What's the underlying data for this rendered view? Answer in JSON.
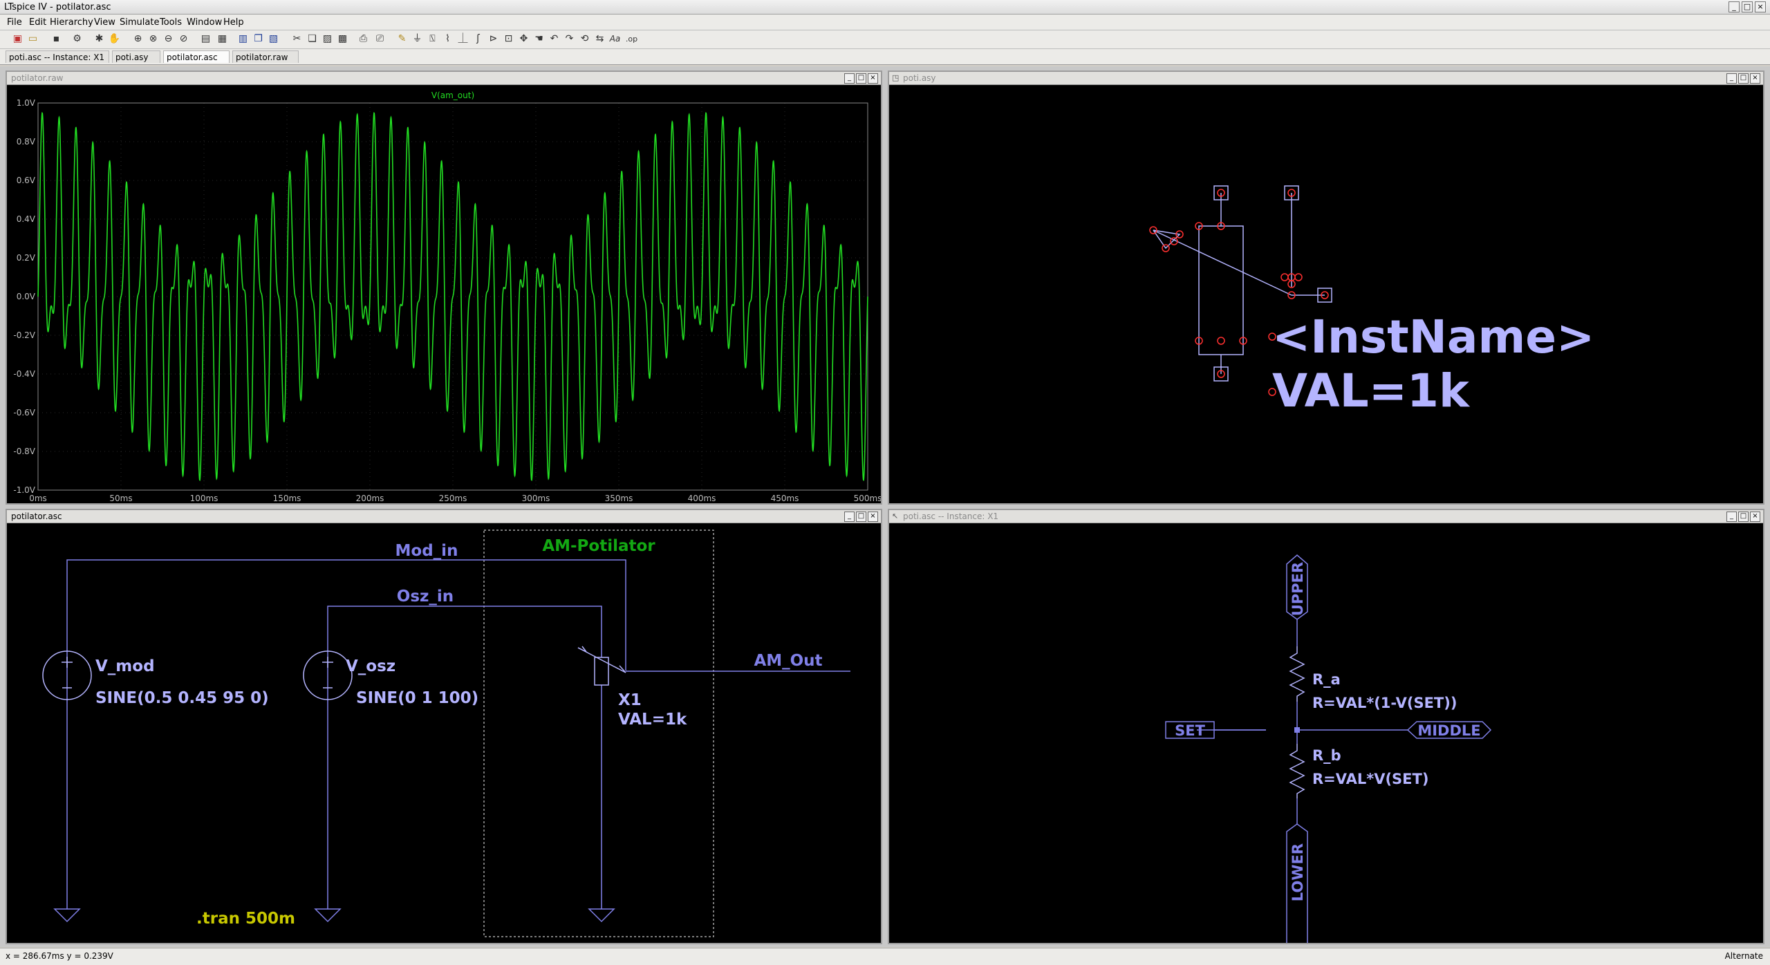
{
  "app": {
    "title": "LTspice IV - potilator.asc"
  },
  "menu": [
    "File",
    "Edit",
    "Hierarchy",
    "View",
    "Simulate",
    "Tools",
    "Window",
    "Help"
  ],
  "tabs": [
    {
      "label": "poti.asc -- Instance: X1"
    },
    {
      "label": "poti.asy"
    },
    {
      "label": "potilator.asc"
    },
    {
      "label": "potilator.raw"
    }
  ],
  "panes": {
    "waveform": {
      "title": "potilator.raw",
      "trace_label": "V(am_out)",
      "trace_color": "#22dd22",
      "chart_data": {
        "type": "line",
        "series": [
          {
            "name": "V(am_out)",
            "carrier_hz": 100,
            "mod_hz": 95,
            "offset": 0.5,
            "mod_amp": 0.45
          }
        ],
        "ylim": [
          -1.0,
          1.0
        ],
        "xlim_ms": [
          0,
          500
        ],
        "yticks": [
          "1.0V",
          "0.8V",
          "0.6V",
          "0.4V",
          "0.2V",
          "0.0V",
          "-0.2V",
          "-0.4V",
          "-0.6V",
          "-0.8V",
          "-1.0V"
        ],
        "xticks": [
          "0ms",
          "50ms",
          "100ms",
          "150ms",
          "200ms",
          "250ms",
          "300ms",
          "350ms",
          "400ms",
          "450ms",
          "500ms"
        ]
      }
    },
    "symbol": {
      "title": "poti.asy",
      "inst_name": "<InstName>",
      "value": "VAL=1k"
    },
    "schematic": {
      "title": "potilator.asc",
      "block_label": "AM-Potilator",
      "nets": {
        "mod_in": "Mod_in",
        "osz_in": "Osz_in",
        "am_out": "AM_Out"
      },
      "sources": [
        {
          "name": "V_mod",
          "value": "SINE(0.5 0.45 95 0)"
        },
        {
          "name": "V_osz",
          "value": "SINE(0 1 100)"
        }
      ],
      "instance": {
        "name": "X1",
        "value": "VAL=1k"
      },
      "directive": ".tran 500m"
    },
    "instance": {
      "title": "poti.asc -- Instance: X1",
      "ports": {
        "upper": "UPPER",
        "lower": "LOWER",
        "set": "SET",
        "middle": "MIDDLE"
      },
      "ra": {
        "name": "R_a",
        "value": "R=VAL*(1-V(SET))"
      },
      "rb": {
        "name": "R_b",
        "value": "R=VAL*V(SET)"
      }
    }
  },
  "status": {
    "cursor": "x = 286.67ms   y = 0.239V",
    "mode": "Alternate"
  },
  "colors": {
    "wire": "#8080e8",
    "symbol": "#b4b4ff",
    "pin": "#ff3030",
    "green_text": "#13a813",
    "directive": "#c8c800"
  }
}
